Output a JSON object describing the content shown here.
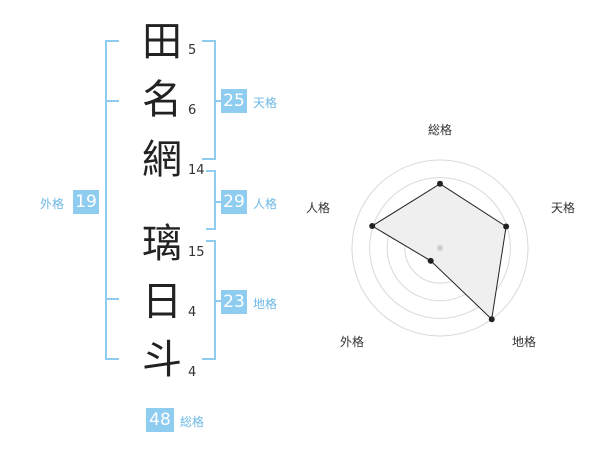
{
  "name": {
    "chars": [
      {
        "char": "田",
        "strokes": "5"
      },
      {
        "char": "名",
        "strokes": "6"
      },
      {
        "char": "網",
        "strokes": "14"
      },
      {
        "char": "璃",
        "strokes": "15"
      },
      {
        "char": "日",
        "strokes": "4"
      },
      {
        "char": "斗",
        "strokes": "4"
      }
    ]
  },
  "kakusu": {
    "tenkaku": {
      "value": "25",
      "label": "天格"
    },
    "jinkaku": {
      "value": "29",
      "label": "人格"
    },
    "chikaku": {
      "value": "23",
      "label": "地格"
    },
    "gaikaku": {
      "value": "19",
      "label": "外格"
    },
    "soukaku": {
      "value": "48",
      "label": "総格"
    }
  },
  "colors": {
    "accent": "#8fcdf0",
    "accent_text": "#6cb8e6"
  },
  "chart_data": {
    "type": "radar",
    "axes": [
      "総格",
      "天格",
      "地格",
      "外格",
      "人格"
    ],
    "values": [
      0.73,
      0.79,
      1.0,
      0.18,
      0.81
    ],
    "rings": 5,
    "range": [
      0,
      1
    ]
  }
}
